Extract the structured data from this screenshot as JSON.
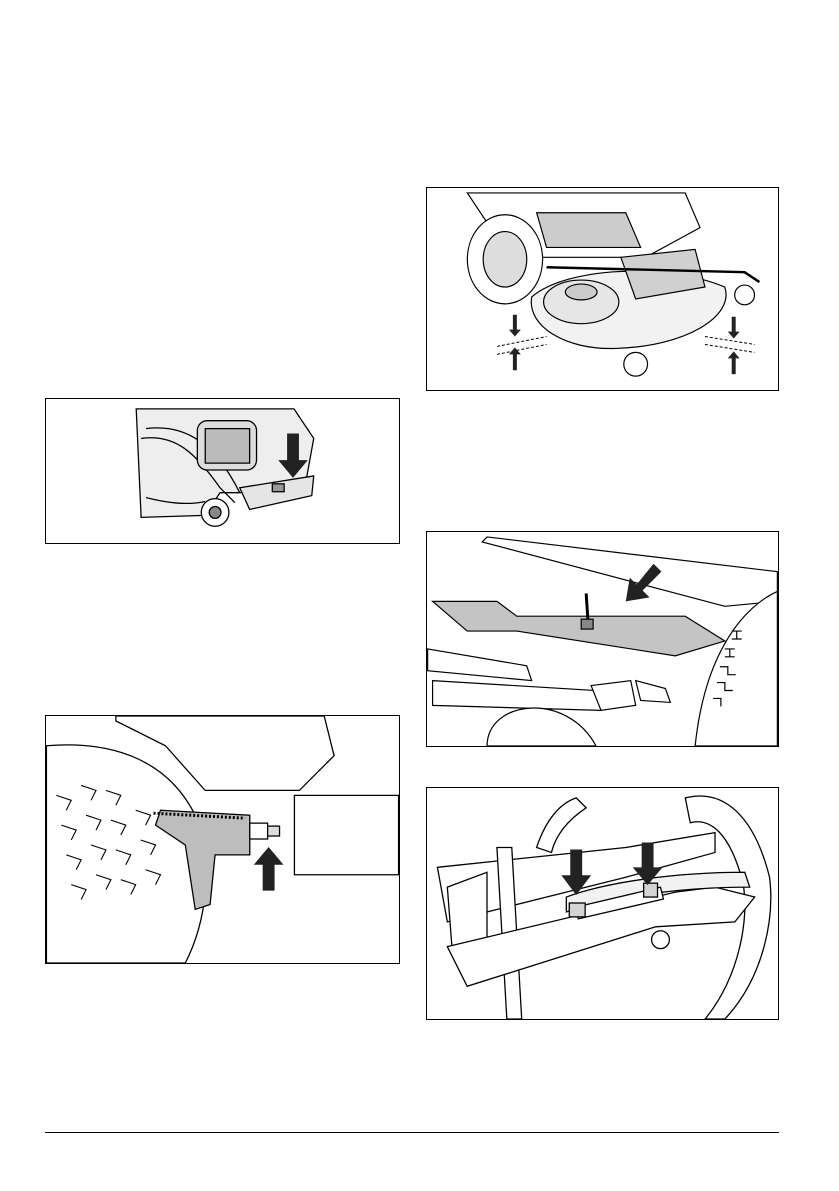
{
  "figures": [
    {
      "id": "pedal",
      "icon": "cutting-height-pedal-illustration",
      "arrows": [
        "down"
      ]
    },
    {
      "id": "tension",
      "icon": "adjust-nut-illustration",
      "arrows": [
        "up"
      ]
    },
    {
      "id": "deck",
      "icon": "mower-deck-level-illustration",
      "arrows": [
        "down",
        "up",
        "down",
        "up"
      ]
    },
    {
      "id": "bracket",
      "icon": "deck-bracket-screw-illustration",
      "arrows": [
        "down-left"
      ]
    },
    {
      "id": "rod",
      "icon": "lift-rod-nuts-illustration",
      "arrows": [
        "down",
        "down"
      ]
    }
  ]
}
